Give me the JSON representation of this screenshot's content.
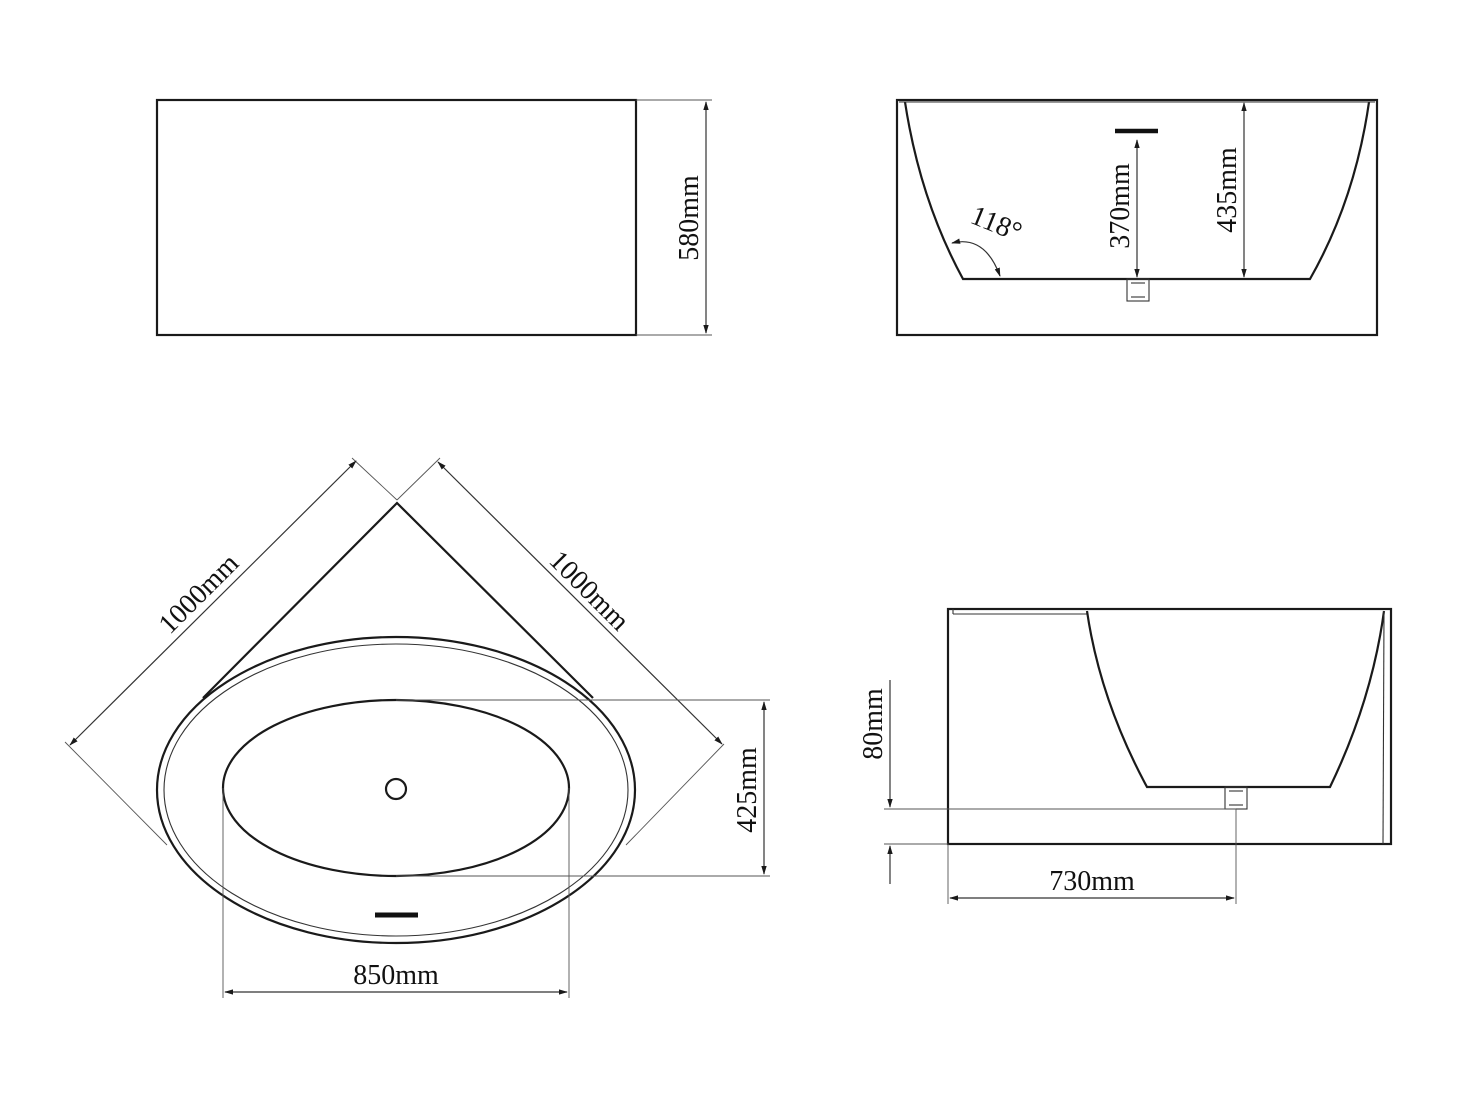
{
  "drawing": {
    "front_view": {
      "height_label": "580mm"
    },
    "section_view": {
      "angle_label": "118°",
      "drain_height_label": "370mm",
      "depth_label": "435mm"
    },
    "plan_view": {
      "left_side_label": "1000mm",
      "right_side_label": "1000mm",
      "basin_width_label": "850mm",
      "basin_depth_label": "425mm"
    },
    "side_view": {
      "base_label": "80mm",
      "drain_offset_label": "730mm"
    },
    "colors": {
      "line": "#1a1a1a",
      "background": "#ffffff"
    }
  }
}
